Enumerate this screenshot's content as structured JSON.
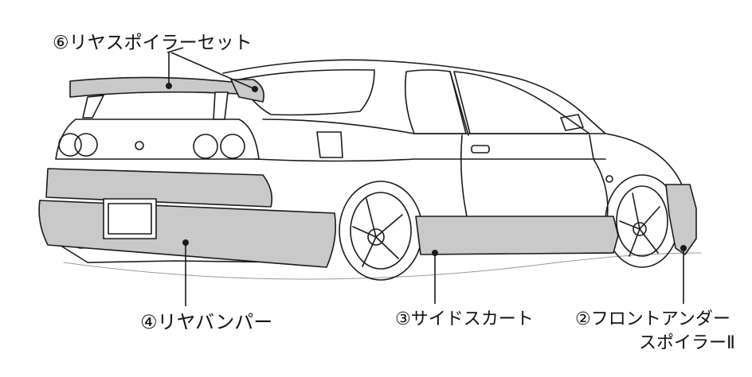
{
  "labels": {
    "rear_spoiler_set": "⑥リヤスポイラーセット",
    "rear_bumper": "④リヤバンパー",
    "side_skirt": "③サイドスカート",
    "front_under_spoiler_line1": "②フロントアンダー",
    "front_under_spoiler_line2": "スポイラーⅡ"
  },
  "colors": {
    "part_fill": "#c9c9c9",
    "outline": "#1a1a1a",
    "background": "#ffffff"
  }
}
